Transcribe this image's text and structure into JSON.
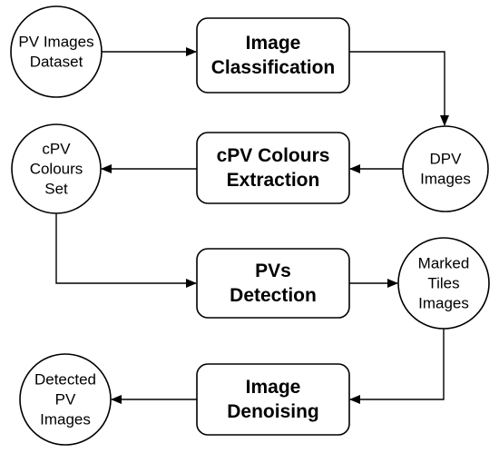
{
  "diagram": {
    "type": "flowchart",
    "nodes": [
      {
        "id": "pv-images-dataset",
        "shape": "circle",
        "lines": [
          "PV Images",
          "Dataset"
        ]
      },
      {
        "id": "image-classification",
        "shape": "rounded-rect",
        "lines": [
          "Image",
          "Classification"
        ]
      },
      {
        "id": "dpv-images",
        "shape": "circle",
        "lines": [
          "DPV",
          "Images"
        ]
      },
      {
        "id": "cpv-colours-extraction",
        "shape": "rounded-rect",
        "lines": [
          "cPV Colours",
          "Extraction"
        ]
      },
      {
        "id": "cpv-colours-set",
        "shape": "circle",
        "lines": [
          "cPV",
          "Colours",
          "Set"
        ]
      },
      {
        "id": "pvs-detection",
        "shape": "rounded-rect",
        "lines": [
          "PVs",
          "Detection"
        ]
      },
      {
        "id": "marked-tiles-images",
        "shape": "circle",
        "lines": [
          "Marked",
          "Tiles",
          "Images"
        ]
      },
      {
        "id": "image-denoising",
        "shape": "rounded-rect",
        "lines": [
          "Image",
          "Denoising"
        ]
      },
      {
        "id": "detected-pv-images",
        "shape": "circle",
        "lines": [
          "Detected",
          "PV",
          "Images"
        ]
      }
    ],
    "edges": [
      {
        "from": "pv-images-dataset",
        "to": "image-classification"
      },
      {
        "from": "image-classification",
        "to": "dpv-images"
      },
      {
        "from": "dpv-images",
        "to": "cpv-colours-extraction"
      },
      {
        "from": "cpv-colours-extraction",
        "to": "cpv-colours-set"
      },
      {
        "from": "cpv-colours-set",
        "to": "pvs-detection"
      },
      {
        "from": "pvs-detection",
        "to": "marked-tiles-images"
      },
      {
        "from": "marked-tiles-images",
        "to": "image-denoising"
      },
      {
        "from": "image-denoising",
        "to": "detected-pv-images"
      }
    ],
    "colors": {
      "stroke": "#000000",
      "fill": "#ffffff",
      "text": "#000000"
    }
  }
}
